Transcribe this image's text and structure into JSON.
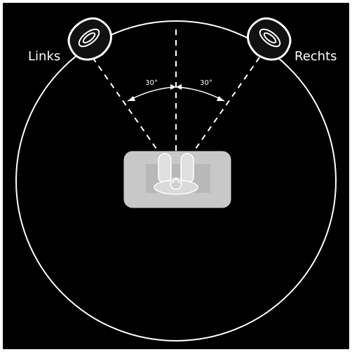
{
  "diagram": {
    "left_label": "Links",
    "right_label": "Rechts",
    "angle_left": "30°",
    "angle_right": "30°"
  },
  "colors": {
    "background": "#000000",
    "outer_border": "#ffffff",
    "lines": "#ffffff",
    "sofa": "#c8c8c8",
    "sofa_inner": "#b8b8b8",
    "listener": "#d9d9d9"
  },
  "icons": {
    "left_speaker": "speaker-icon",
    "right_speaker": "speaker-icon",
    "sofa": "sofa-icon",
    "listener": "listener-icon"
  }
}
